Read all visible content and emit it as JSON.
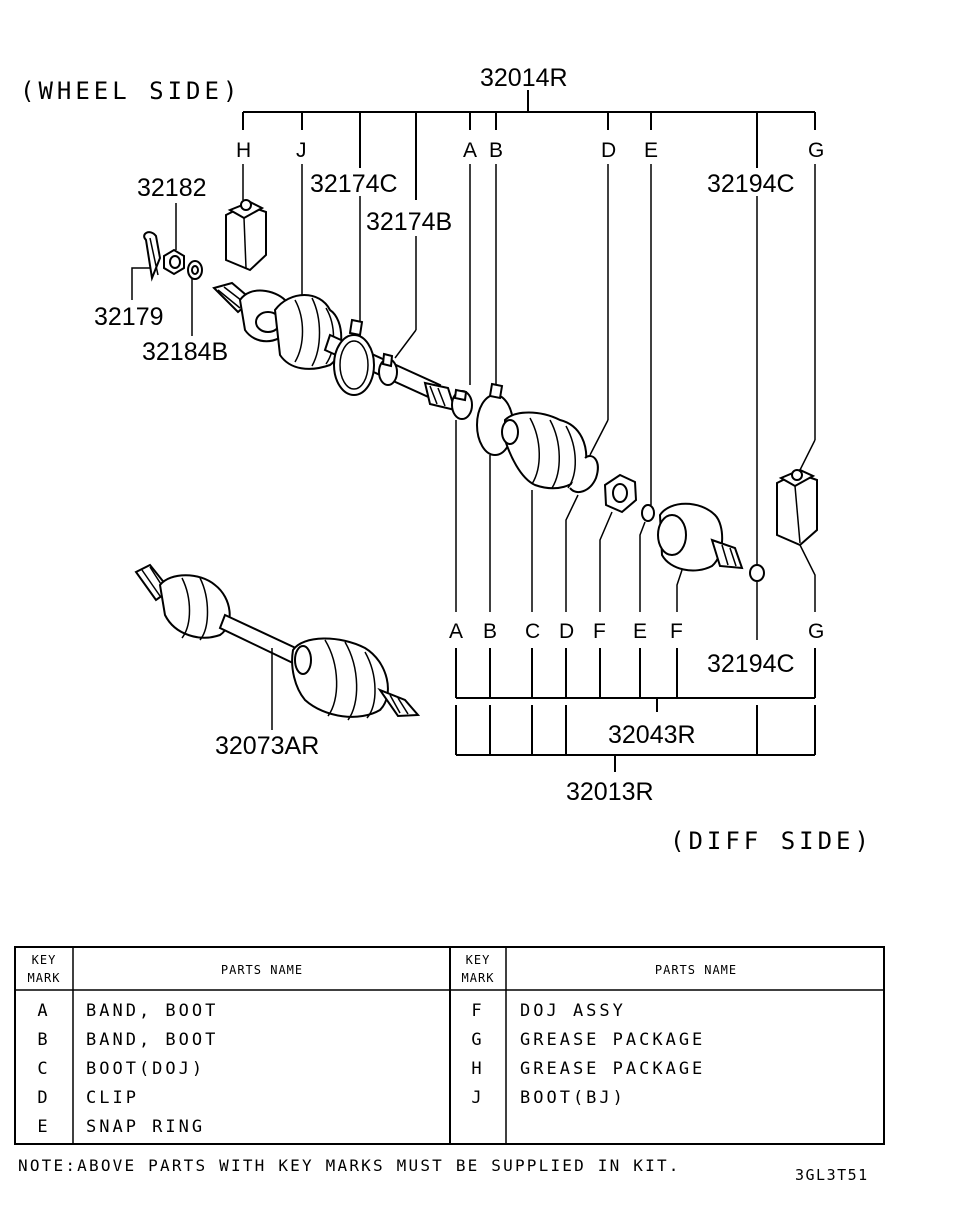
{
  "labels": {
    "wheel_side": "(WHEEL SIDE)",
    "diff_side": "(DIFF SIDE)",
    "drawing_code": "3GL3T51",
    "note": "NOTE:ABOVE PARTS WITH KEY MARKS MUST BE SUPPLIED IN KIT."
  },
  "part_numbers": {
    "p32014R": "32014R",
    "p32182": "32182",
    "p32174C": "32174C",
    "p32174B": "32174B",
    "p32194C_top": "32194C",
    "p32179": "32179",
    "p32184B": "32184B",
    "p32194C_bottom": "32194C",
    "p32073AR": "32073AR",
    "p32043R": "32043R",
    "p32013R": "32013R"
  },
  "top_keys": [
    "H",
    "J",
    "A",
    "B",
    "D",
    "E",
    "G"
  ],
  "bottom_keys": [
    "A",
    "B",
    "C",
    "D",
    "F",
    "E",
    "F",
    "G"
  ],
  "table": {
    "header_key": [
      "KEY",
      "MARK"
    ],
    "header_name": "PARTS NAME",
    "left_rows": [
      {
        "key": "A",
        "name": "BAND, BOOT"
      },
      {
        "key": "B",
        "name": "BAND, BOOT"
      },
      {
        "key": "C",
        "name": "BOOT(DOJ)"
      },
      {
        "key": "D",
        "name": "CLIP"
      },
      {
        "key": "E",
        "name": "SNAP RING"
      }
    ],
    "right_rows": [
      {
        "key": "F",
        "name": "DOJ ASSY"
      },
      {
        "key": "G",
        "name": "GREASE PACKAGE"
      },
      {
        "key": "H",
        "name": "GREASE PACKAGE"
      },
      {
        "key": "J",
        "name": "BOOT(BJ)"
      }
    ]
  }
}
